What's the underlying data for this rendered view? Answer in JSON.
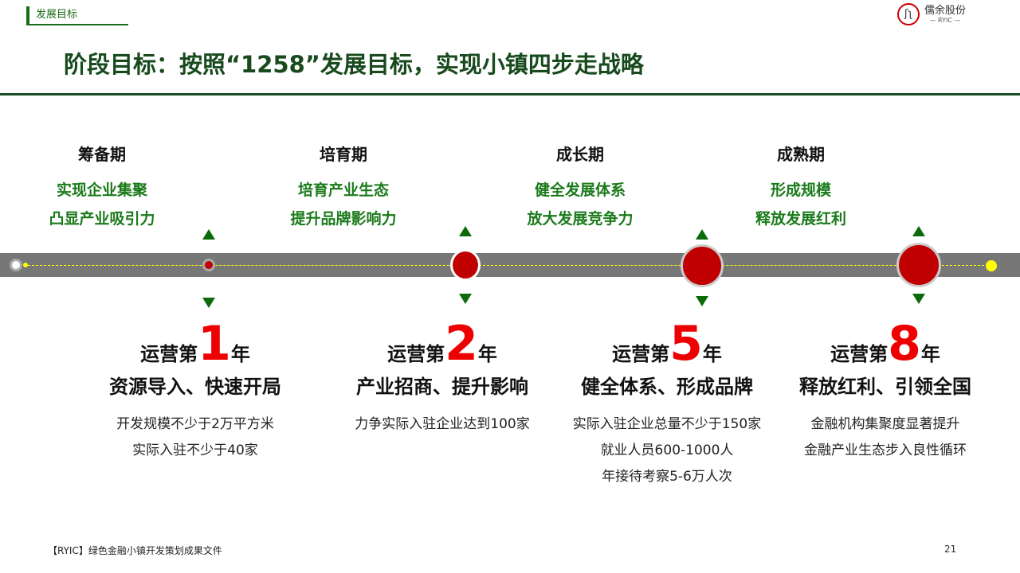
{
  "section": "发展目标",
  "logo": {
    "name": "儒余股份",
    "sub": "— RYIC —"
  },
  "title": "阶段目标：按照“1258”发展目标，实现小镇四步走战略",
  "phases": [
    {
      "name": "筹备期",
      "l1": "实现企业集聚",
      "l2": "凸显产业吸引力"
    },
    {
      "name": "培育期",
      "l1": "培育产业生态",
      "l2": "提升品牌影响力"
    },
    {
      "name": "成长期",
      "l1": "健全发展体系",
      "l2": "放大发展竞争力"
    },
    {
      "name": "成熟期",
      "l1": "形成规模",
      "l2": "释放发展红利"
    }
  ],
  "goals": [
    {
      "pre": "运营第",
      "num": "1",
      "post": "年",
      "sub": "资源导入、快速开局",
      "desc": [
        "开发规模不少于2万平方米",
        "实际入驻不少于40家"
      ]
    },
    {
      "pre": "运营第",
      "num": "2",
      "post": "年",
      "sub": "产业招商、提升影响",
      "desc": [
        "力争实际入驻企业达到100家"
      ]
    },
    {
      "pre": "运营第",
      "num": "5",
      "post": "年",
      "sub": "健全体系、形成品牌",
      "desc": [
        "实际入驻企业总量不少于150家",
        "就业人员600-1000人",
        "年接待考察5-6万人次"
      ]
    },
    {
      "pre": "运营第",
      "num": "8",
      "post": "年",
      "sub": "释放红利、引领全国",
      "desc": [
        "金融机构集聚度显著提升",
        "金融产业生态步入良性循环"
      ]
    }
  ],
  "footer": "【RYIC】绿色金融小镇开发策划成果文件",
  "page": "21"
}
